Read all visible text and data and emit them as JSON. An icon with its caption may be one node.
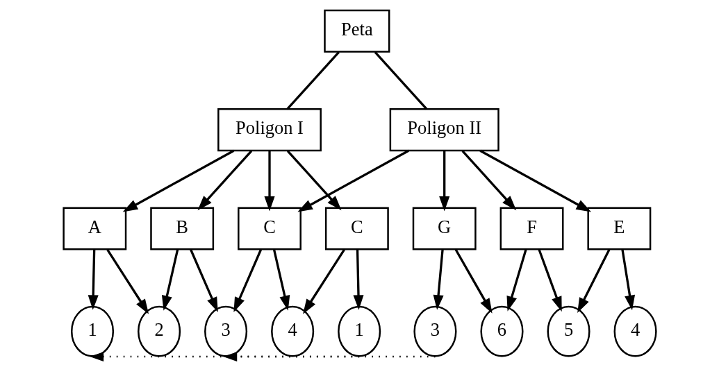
{
  "diagram": {
    "nodes": [
      {
        "text": [
          "Peta"
        ]
      },
      {
        "text": [
          "Poligon I"
        ]
      },
      {
        "text": [
          "Poligon II"
        ]
      },
      {
        "text": [
          "A"
        ]
      },
      {
        "text": [
          "B"
        ]
      },
      {
        "text": [
          "C"
        ]
      },
      {
        "text": [
          "C"
        ]
      },
      {
        "text": [
          "E"
        ]
      },
      {
        "text": [
          "F"
        ]
      },
      {
        "text": [
          "G"
        ]
      },
      {
        "text": [
          "1"
        ]
      },
      {
        "text": [
          "2"
        ]
      },
      {
        "text": [
          "3"
        ]
      },
      {
        "text": [
          "4"
        ]
      },
      {
        "text": [
          "1"
        ]
      },
      {
        "text": [
          "4"
        ]
      },
      {
        "text": [
          "5"
        ]
      },
      {
        "text": [
          "6"
        ]
      },
      {
        "text": [
          "3"
        ]
      }
    ],
    "edges": [
      {
        "from": 0,
        "to": 1,
        "arrow": "none"
      },
      {
        "from": 0,
        "to": 2,
        "arrow": "none"
      },
      {
        "from": 1,
        "to": 3,
        "arrow": "to"
      },
      {
        "from": 1,
        "to": 4,
        "arrow": "to"
      },
      {
        "from": 1,
        "to": 5,
        "arrow": "to"
      },
      {
        "from": 1,
        "to": 6,
        "arrow": "to"
      },
      {
        "from": 2,
        "to": 5,
        "arrow": "to"
      },
      {
        "from": 2,
        "to": 7,
        "arrow": "to"
      },
      {
        "from": 2,
        "to": 8,
        "arrow": "to"
      },
      {
        "from": 2,
        "to": 9,
        "arrow": "to"
      },
      {
        "from": 3,
        "to": 10,
        "arrow": "to"
      },
      {
        "from": 3,
        "to": 11,
        "arrow": "to"
      },
      {
        "from": 4,
        "to": 11,
        "arrow": "to"
      },
      {
        "from": 4,
        "to": 12,
        "arrow": "to"
      },
      {
        "from": 5,
        "to": 12,
        "arrow": "to"
      },
      {
        "from": 5,
        "to": 13,
        "arrow": "to"
      },
      {
        "from": 6,
        "to": 13,
        "arrow": "to"
      },
      {
        "from": 6,
        "to": 14,
        "arrow": "to"
      },
      {
        "from": 7,
        "to": 15,
        "arrow": "to"
      },
      {
        "from": 7,
        "to": 16,
        "arrow": "to"
      },
      {
        "from": 8,
        "to": 16,
        "arrow": "to"
      },
      {
        "from": 8,
        "to": 17,
        "arrow": "to"
      },
      {
        "from": 9,
        "to": 17,
        "arrow": "to"
      },
      {
        "from": 9,
        "to": 18,
        "arrow": "to"
      },
      {
        "from": 14,
        "to": 10,
        "arrow": "to",
        "style": "dashed"
      },
      {
        "from": 18,
        "to": 12,
        "arrow": "to",
        "style": "dashed"
      }
    ]
  }
}
